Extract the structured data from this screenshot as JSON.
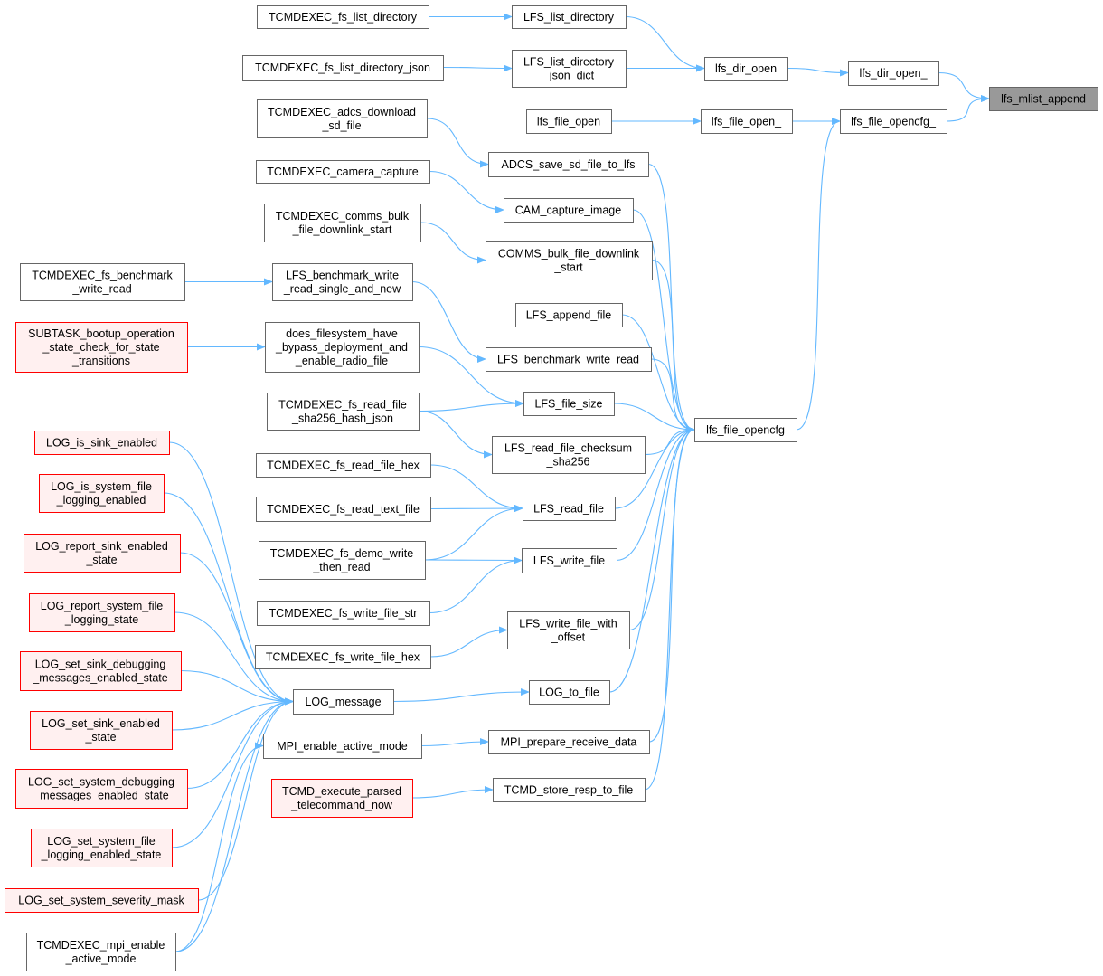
{
  "colors": {
    "edge": "#63b8ff",
    "node_border": "#666666",
    "node_fill": "#ffffff",
    "highlight_border": "#ff0000",
    "highlight_fill": "#fff0f0",
    "root_fill": "#999999",
    "root_border": "#666666"
  },
  "nodes": [
    {
      "id": "lfs_mlist_append",
      "lines": [
        "lfs_mlist_append"
      ],
      "style": "root"
    },
    {
      "id": "lfs_dir_open_",
      "lines": [
        "lfs_dir_open_"
      ],
      "style": "normal"
    },
    {
      "id": "lfs_file_opencfg_",
      "lines": [
        "lfs_file_opencfg_"
      ],
      "style": "normal"
    },
    {
      "id": "lfs_dir_open",
      "lines": [
        "lfs_dir_open"
      ],
      "style": "normal"
    },
    {
      "id": "lfs_file_open_",
      "lines": [
        "lfs_file_open_"
      ],
      "style": "normal"
    },
    {
      "id": "lfs_file_opencfg",
      "lines": [
        "lfs_file_opencfg"
      ],
      "style": "normal"
    },
    {
      "id": "LFS_list_directory",
      "lines": [
        "LFS_list_directory"
      ],
      "style": "normal"
    },
    {
      "id": "LFS_list_directory_json_dict",
      "lines": [
        "LFS_list_directory",
        "_json_dict"
      ],
      "style": "normal"
    },
    {
      "id": "lfs_file_open",
      "lines": [
        "lfs_file_open"
      ],
      "style": "normal"
    },
    {
      "id": "ADCS_save_sd_file_to_lfs",
      "lines": [
        "ADCS_save_sd_file_to_lfs"
      ],
      "style": "normal"
    },
    {
      "id": "CAM_capture_image",
      "lines": [
        "CAM_capture_image"
      ],
      "style": "normal"
    },
    {
      "id": "COMMS_bulk_file_downlink_start",
      "lines": [
        "COMMS_bulk_file_downlink",
        "_start"
      ],
      "style": "normal"
    },
    {
      "id": "LFS_append_file",
      "lines": [
        "LFS_append_file"
      ],
      "style": "normal"
    },
    {
      "id": "LFS_benchmark_write_read",
      "lines": [
        "LFS_benchmark_write_read"
      ],
      "style": "normal"
    },
    {
      "id": "LFS_file_size",
      "lines": [
        "LFS_file_size"
      ],
      "style": "normal"
    },
    {
      "id": "LFS_read_file_checksum_sha256",
      "lines": [
        "LFS_read_file_checksum",
        "_sha256"
      ],
      "style": "normal"
    },
    {
      "id": "LFS_read_file",
      "lines": [
        "LFS_read_file"
      ],
      "style": "normal"
    },
    {
      "id": "LFS_write_file",
      "lines": [
        "LFS_write_file"
      ],
      "style": "normal"
    },
    {
      "id": "LFS_write_file_with_offset",
      "lines": [
        "LFS_write_file_with",
        "_offset"
      ],
      "style": "normal"
    },
    {
      "id": "LOG_to_file",
      "lines": [
        "LOG_to_file"
      ],
      "style": "normal"
    },
    {
      "id": "MPI_prepare_receive_data",
      "lines": [
        "MPI_prepare_receive_data"
      ],
      "style": "normal"
    },
    {
      "id": "TCMD_store_resp_to_file",
      "lines": [
        "TCMD_store_resp_to_file"
      ],
      "style": "normal"
    },
    {
      "id": "TCMDEXEC_fs_list_directory",
      "lines": [
        "TCMDEXEC_fs_list_directory"
      ],
      "style": "normal"
    },
    {
      "id": "TCMDEXEC_fs_list_directory_json",
      "lines": [
        "TCMDEXEC_fs_list_directory_json"
      ],
      "style": "normal"
    },
    {
      "id": "TCMDEXEC_adcs_download_sd_file",
      "lines": [
        "TCMDEXEC_adcs_download",
        "_sd_file"
      ],
      "style": "normal"
    },
    {
      "id": "TCMDEXEC_camera_capture",
      "lines": [
        "TCMDEXEC_camera_capture"
      ],
      "style": "normal"
    },
    {
      "id": "TCMDEXEC_comms_bulk_file_downlink_start",
      "lines": [
        "TCMDEXEC_comms_bulk",
        "_file_downlink_start"
      ],
      "style": "normal"
    },
    {
      "id": "LFS_benchmark_write_read_single_and_new",
      "lines": [
        "LFS_benchmark_write",
        "_read_single_and_new"
      ],
      "style": "normal"
    },
    {
      "id": "TCMDEXEC_fs_benchmark_write_read",
      "lines": [
        "TCMDEXEC_fs_benchmark",
        "_write_read"
      ],
      "style": "normal"
    },
    {
      "id": "does_filesystem_have",
      "lines": [
        "does_filesystem_have",
        "_bypass_deployment_and",
        "_enable_radio_file"
      ],
      "style": "normal"
    },
    {
      "id": "SUBTASK_bootup",
      "lines": [
        "SUBTASK_bootup_operation",
        "_state_check_for_state",
        "_transitions"
      ],
      "style": "highlight"
    },
    {
      "id": "TCMDEXEC_fs_read_file_sha256_hash_json",
      "lines": [
        "TCMDEXEC_fs_read_file",
        "_sha256_hash_json"
      ],
      "style": "normal"
    },
    {
      "id": "TCMDEXEC_fs_read_file_hex",
      "lines": [
        "TCMDEXEC_fs_read_file_hex"
      ],
      "style": "normal"
    },
    {
      "id": "TCMDEXEC_fs_read_text_file",
      "lines": [
        "TCMDEXEC_fs_read_text_file"
      ],
      "style": "normal"
    },
    {
      "id": "TCMDEXEC_fs_demo_write_then_read",
      "lines": [
        "TCMDEXEC_fs_demo_write",
        "_then_read"
      ],
      "style": "normal"
    },
    {
      "id": "TCMDEXEC_fs_write_file_str",
      "lines": [
        "TCMDEXEC_fs_write_file_str"
      ],
      "style": "normal"
    },
    {
      "id": "TCMDEXEC_fs_write_file_hex",
      "lines": [
        "TCMDEXEC_fs_write_file_hex"
      ],
      "style": "normal"
    },
    {
      "id": "LOG_message",
      "lines": [
        "LOG_message"
      ],
      "style": "normal"
    },
    {
      "id": "MPI_enable_active_mode",
      "lines": [
        "MPI_enable_active_mode"
      ],
      "style": "normal"
    },
    {
      "id": "TCMD_execute_parsed_telecommand_now",
      "lines": [
        "TCMD_execute_parsed",
        "_telecommand_now"
      ],
      "style": "highlight"
    },
    {
      "id": "LOG_is_sink_enabled",
      "lines": [
        "LOG_is_sink_enabled"
      ],
      "style": "highlight"
    },
    {
      "id": "LOG_is_system_file_logging_enabled",
      "lines": [
        "LOG_is_system_file",
        "_logging_enabled"
      ],
      "style": "highlight"
    },
    {
      "id": "LOG_report_sink_enabled_state",
      "lines": [
        "LOG_report_sink_enabled",
        "_state"
      ],
      "style": "highlight"
    },
    {
      "id": "LOG_report_system_file_logging_state",
      "lines": [
        "LOG_report_system_file",
        "_logging_state"
      ],
      "style": "highlight"
    },
    {
      "id": "LOG_set_sink_debugging_messages_enabled_state",
      "lines": [
        "LOG_set_sink_debugging",
        "_messages_enabled_state"
      ],
      "style": "highlight"
    },
    {
      "id": "LOG_set_sink_enabled_state",
      "lines": [
        "LOG_set_sink_enabled",
        "_state"
      ],
      "style": "highlight"
    },
    {
      "id": "LOG_set_system_debugging_messages_enabled_state",
      "lines": [
        "LOG_set_system_debugging",
        "_messages_enabled_state"
      ],
      "style": "highlight"
    },
    {
      "id": "LOG_set_system_file_logging_enabled_state",
      "lines": [
        "LOG_set_system_file",
        "_logging_enabled_state"
      ],
      "style": "highlight"
    },
    {
      "id": "LOG_set_system_severity_mask",
      "lines": [
        "LOG_set_system_severity_mask"
      ],
      "style": "highlight"
    },
    {
      "id": "TCMDEXEC_mpi_enable_active_mode",
      "lines": [
        "TCMDEXEC_mpi_enable",
        "_active_mode"
      ],
      "style": "normal"
    }
  ],
  "edges": [
    {
      "from": "lfs_dir_open_",
      "to": "lfs_mlist_append"
    },
    {
      "from": "lfs_file_opencfg_",
      "to": "lfs_mlist_append"
    },
    {
      "from": "lfs_dir_open",
      "to": "lfs_dir_open_"
    },
    {
      "from": "lfs_file_open_",
      "to": "lfs_file_opencfg_"
    },
    {
      "from": "lfs_file_opencfg",
      "to": "lfs_file_opencfg_"
    },
    {
      "from": "LFS_list_directory",
      "to": "lfs_dir_open"
    },
    {
      "from": "LFS_list_directory_json_dict",
      "to": "lfs_dir_open"
    },
    {
      "from": "lfs_file_open",
      "to": "lfs_file_open_"
    },
    {
      "from": "TCMDEXEC_fs_list_directory",
      "to": "LFS_list_directory"
    },
    {
      "from": "TCMDEXEC_fs_list_directory_json",
      "to": "LFS_list_directory_json_dict"
    },
    {
      "from": "ADCS_save_sd_file_to_lfs",
      "to": "lfs_file_opencfg"
    },
    {
      "from": "CAM_capture_image",
      "to": "lfs_file_opencfg"
    },
    {
      "from": "COMMS_bulk_file_downlink_start",
      "to": "lfs_file_opencfg"
    },
    {
      "from": "LFS_append_file",
      "to": "lfs_file_opencfg"
    },
    {
      "from": "LFS_benchmark_write_read",
      "to": "lfs_file_opencfg"
    },
    {
      "from": "LFS_file_size",
      "to": "lfs_file_opencfg"
    },
    {
      "from": "LFS_read_file_checksum_sha256",
      "to": "lfs_file_opencfg"
    },
    {
      "from": "LFS_read_file",
      "to": "lfs_file_opencfg"
    },
    {
      "from": "LFS_write_file",
      "to": "lfs_file_opencfg"
    },
    {
      "from": "LFS_write_file_with_offset",
      "to": "lfs_file_opencfg"
    },
    {
      "from": "LOG_to_file",
      "to": "lfs_file_opencfg"
    },
    {
      "from": "MPI_prepare_receive_data",
      "to": "lfs_file_opencfg"
    },
    {
      "from": "TCMD_store_resp_to_file",
      "to": "lfs_file_opencfg"
    },
    {
      "from": "TCMDEXEC_adcs_download_sd_file",
      "to": "ADCS_save_sd_file_to_lfs"
    },
    {
      "from": "TCMDEXEC_camera_capture",
      "to": "CAM_capture_image"
    },
    {
      "from": "TCMDEXEC_comms_bulk_file_downlink_start",
      "to": "COMMS_bulk_file_downlink_start"
    },
    {
      "from": "LFS_benchmark_write_read_single_and_new",
      "to": "LFS_benchmark_write_read"
    },
    {
      "from": "TCMDEXEC_fs_benchmark_write_read",
      "to": "LFS_benchmark_write_read_single_and_new"
    },
    {
      "from": "SUBTASK_bootup",
      "to": "does_filesystem_have"
    },
    {
      "from": "does_filesystem_have",
      "to": "LFS_file_size"
    },
    {
      "from": "TCMDEXEC_fs_read_file_sha256_hash_json",
      "to": "LFS_file_size"
    },
    {
      "from": "TCMDEXEC_fs_read_file_sha256_hash_json",
      "to": "LFS_read_file_checksum_sha256"
    },
    {
      "from": "TCMDEXEC_fs_read_file_hex",
      "to": "LFS_read_file"
    },
    {
      "from": "TCMDEXEC_fs_read_text_file",
      "to": "LFS_read_file"
    },
    {
      "from": "TCMDEXEC_fs_demo_write_then_read",
      "to": "LFS_read_file"
    },
    {
      "from": "TCMDEXEC_fs_demo_write_then_read",
      "to": "LFS_write_file"
    },
    {
      "from": "TCMDEXEC_fs_write_file_str",
      "to": "LFS_write_file"
    },
    {
      "from": "TCMDEXEC_fs_write_file_hex",
      "to": "LFS_write_file_with_offset"
    },
    {
      "from": "LOG_message",
      "to": "LOG_to_file"
    },
    {
      "from": "MPI_enable_active_mode",
      "to": "MPI_prepare_receive_data"
    },
    {
      "from": "TCMD_execute_parsed_telecommand_now",
      "to": "TCMD_store_resp_to_file"
    },
    {
      "from": "TCMDEXEC_mpi_enable_active_mode",
      "to": "MPI_enable_active_mode"
    },
    {
      "from": "LOG_is_sink_enabled",
      "to": "LOG_message"
    },
    {
      "from": "LOG_is_system_file_logging_enabled",
      "to": "LOG_message"
    },
    {
      "from": "LOG_report_sink_enabled_state",
      "to": "LOG_message"
    },
    {
      "from": "LOG_report_system_file_logging_state",
      "to": "LOG_message"
    },
    {
      "from": "LOG_set_sink_debugging_messages_enabled_state",
      "to": "LOG_message"
    },
    {
      "from": "LOG_set_sink_enabled_state",
      "to": "LOG_message"
    },
    {
      "from": "LOG_set_system_debugging_messages_enabled_state",
      "to": "LOG_message"
    },
    {
      "from": "LOG_set_system_file_logging_enabled_state",
      "to": "LOG_message"
    },
    {
      "from": "LOG_set_system_severity_mask",
      "to": "LOG_message"
    },
    {
      "from": "TCMDEXEC_mpi_enable_active_mode",
      "to": "LOG_message"
    }
  ]
}
